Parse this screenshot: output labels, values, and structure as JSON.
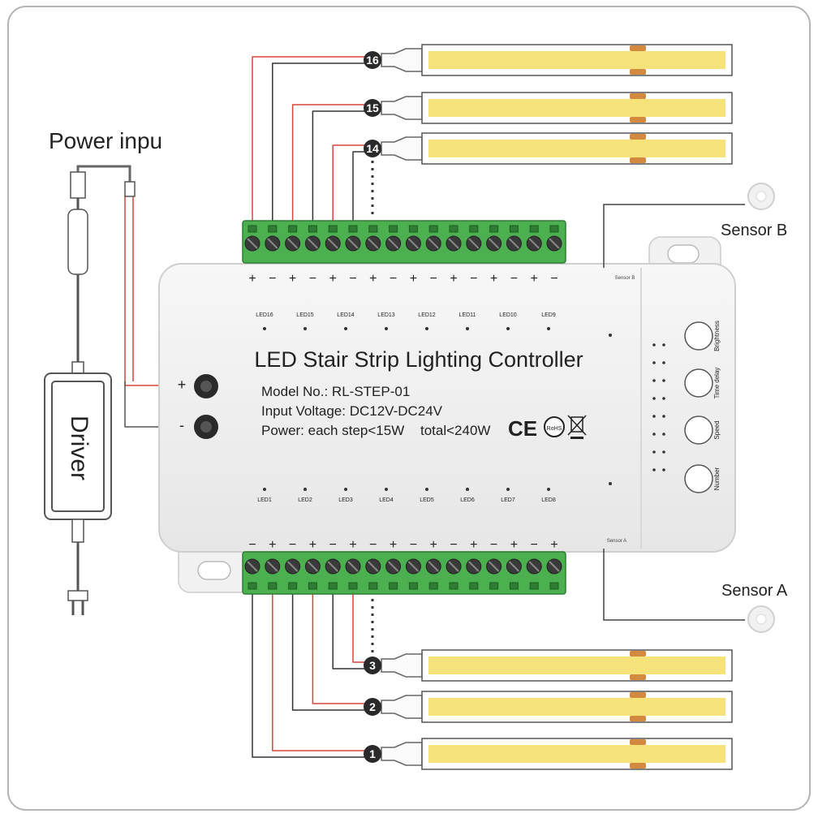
{
  "power_input_label": "Power inpu",
  "driver_label": "Driver",
  "sensor_b_label": "Sensor B",
  "sensor_a_label": "Sensor A",
  "sensor_b_port": "Sensor B",
  "sensor_a_port": "Sensor A",
  "controller": {
    "title": "LED Stair Strip Lighting Controller",
    "model": "Model No.: RL-STEP-01",
    "voltage": "Input Voltage: DC12V-DC24V",
    "power": "Power: each step<15W",
    "total": "total<240W",
    "plus": "+",
    "minus": "-",
    "ce_mark": "CE",
    "rohs_mark": "RoHS"
  },
  "top_led_labels": [
    "LED16",
    "LED15",
    "LED14",
    "LED13",
    "LED12",
    "LED11",
    "LED10",
    "LED9"
  ],
  "bottom_led_labels": [
    "LED1",
    "LED2",
    "LED3",
    "LED4",
    "LED5",
    "LED6",
    "LED7",
    "LED8"
  ],
  "top_polarity": [
    "+",
    "−",
    "+",
    "−",
    "+",
    "−",
    "+",
    "−",
    "+",
    "−",
    "+",
    "−",
    "+",
    "−",
    "+",
    "−"
  ],
  "bottom_polarity": [
    "−",
    "+",
    "−",
    "+",
    "−",
    "+",
    "−",
    "+",
    "−",
    "+",
    "−",
    "+",
    "−",
    "+",
    "−",
    "+"
  ],
  "buttons": [
    "Brightness",
    "Time delay",
    "Speed",
    "Number"
  ],
  "strips_top": [
    "16",
    "15",
    "14"
  ],
  "strips_bottom": [
    "3",
    "2",
    "1"
  ],
  "colors": {
    "strip_yellow": "#f6e27a",
    "terminal_green": "#4caf50",
    "wire_red": "#d9453b",
    "wire_black": "#333333",
    "housing": "#f3f3f3"
  }
}
